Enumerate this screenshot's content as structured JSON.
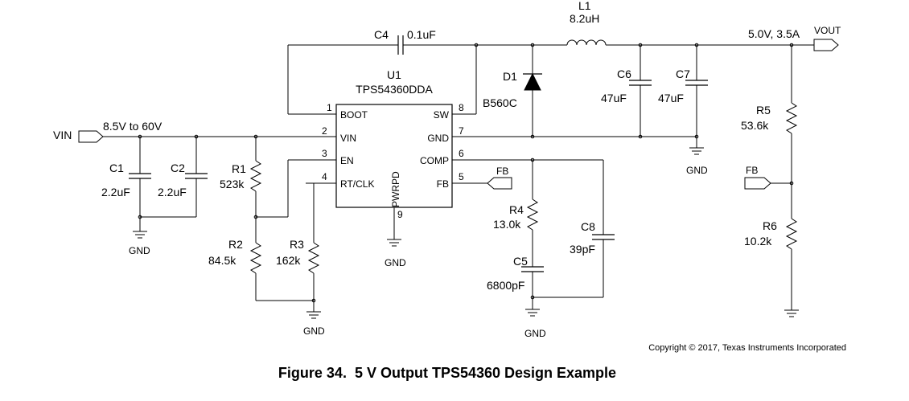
{
  "ic": {
    "ref": "U1",
    "part": "TPS54360DDA",
    "pins": {
      "boot": {
        "num": "1",
        "name": "BOOT"
      },
      "vin": {
        "num": "2",
        "name": "VIN"
      },
      "en": {
        "num": "3",
        "name": "EN"
      },
      "rt": {
        "num": "4",
        "name": "RT/CLK"
      },
      "fb": {
        "num": "5",
        "name": "FB"
      },
      "comp": {
        "num": "6",
        "name": "COMP"
      },
      "gnd": {
        "num": "7",
        "name": "GND"
      },
      "sw": {
        "num": "8",
        "name": "SW"
      },
      "pwrpd": {
        "num": "9",
        "name": "PWRPD"
      }
    }
  },
  "nets": {
    "vin": "VIN",
    "vin_range": "8.5V to 60V",
    "vout": "VOUT",
    "vout_spec": "5.0V, 3.5A",
    "fb_a": "FB",
    "fb_b": "FB",
    "gnd": "GND"
  },
  "components": {
    "c1": {
      "ref": "C1",
      "value": "2.2uF"
    },
    "c2": {
      "ref": "C2",
      "value": "2.2uF"
    },
    "r1": {
      "ref": "R1",
      "value": "523k"
    },
    "r2": {
      "ref": "R2",
      "value": "84.5k"
    },
    "r3": {
      "ref": "R3",
      "value": "162k"
    },
    "c4": {
      "ref": "C4",
      "value": "0.1uF"
    },
    "d1": {
      "ref": "D1",
      "value": "B560C"
    },
    "l1": {
      "ref": "L1",
      "value": "8.2uH"
    },
    "c6": {
      "ref": "C6",
      "value": "47uF"
    },
    "c7": {
      "ref": "C7",
      "value": "47uF"
    },
    "r4": {
      "ref": "R4",
      "value": "13.0k"
    },
    "c5": {
      "ref": "C5",
      "value": "6800pF"
    },
    "c8": {
      "ref": "C8",
      "value": "39pF"
    },
    "r5": {
      "ref": "R5",
      "value": "53.6k"
    },
    "r6": {
      "ref": "R6",
      "value": "10.2k"
    }
  },
  "copyright": "Copyright © 2017, Texas Instruments Incorporated",
  "caption": "Figure 34.  5 V Output TPS54360 Design Example"
}
